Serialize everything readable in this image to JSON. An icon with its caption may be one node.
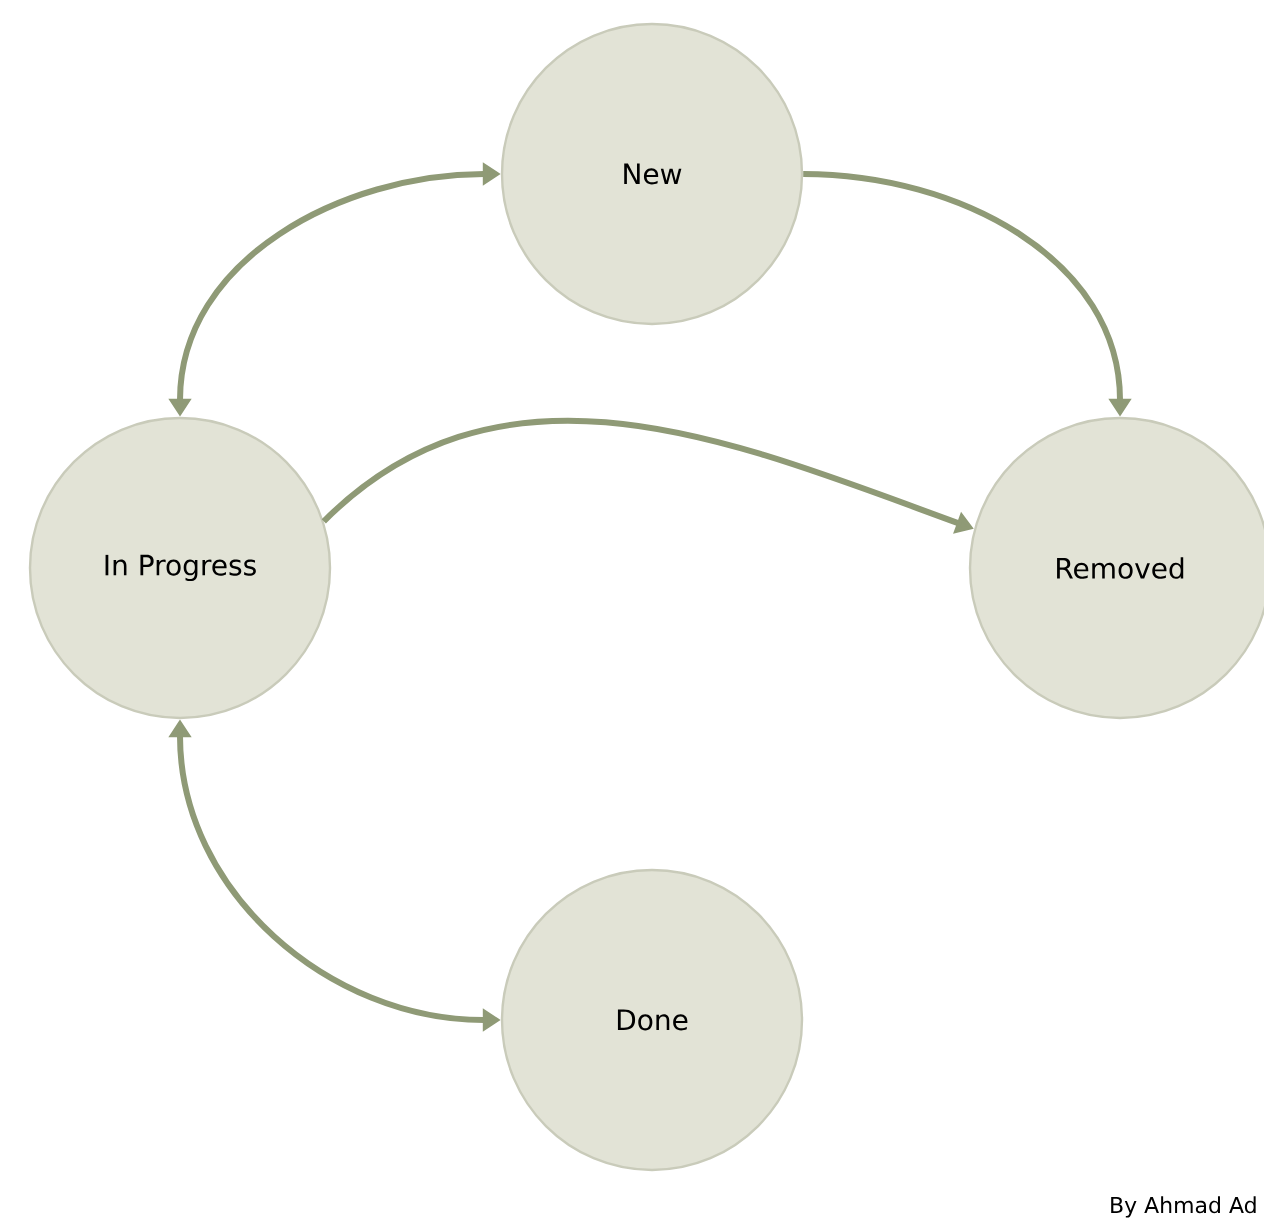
{
  "diagram": {
    "nodes": [
      {
        "text": [
          "New"
        ]
      },
      {
        "text": [
          "In Progress"
        ]
      },
      {
        "text": [
          "Removed"
        ]
      },
      {
        "text": [
          "Done"
        ]
      }
    ],
    "edges": [
      {
        "from": 0,
        "to": 1,
        "arrow": "both"
      },
      {
        "from": 0,
        "to": 2,
        "arrow": "to"
      },
      {
        "from": 1,
        "to": 2,
        "arrow": "to"
      },
      {
        "from": 1,
        "to": 3,
        "arrow": "both"
      }
    ],
    "labels": [
      "By Ahmad Ad"
    ]
  }
}
